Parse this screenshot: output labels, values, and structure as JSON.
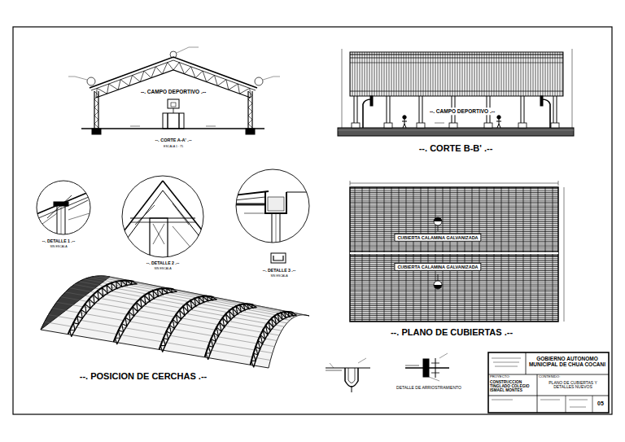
{
  "diagram": {
    "nodes": [
      {
        "text": [
          "GOBIERNO AUTONOMO MUNICIPAL DE CHUA COCANI"
        ]
      },
      {
        "text": [
          "PROYECTO:",
          "CONSTRUCCION TINGLADO COLEGIO ISMAEL MONTES"
        ]
      },
      {
        "text": [
          "CONTENIDO:",
          "PLANO DE CUBIERTAS Y DETALLES NUEVOS"
        ]
      },
      {
        "text": [
          "05"
        ]
      }
    ],
    "labels": [
      "--. CAMPO DEPORTIVO .--",
      "--. CORTE A-A' .--",
      "ESCALA 1 : 75",
      "--. CAMPO DEPORTIVO .--",
      "--. CORTE B-B' .--",
      "--. DETALLE 1 .--",
      "SIN ESCALA",
      "--. DETALLE 2 .--",
      "SIN ESCALA",
      "--. DETALLE 3 .--",
      "SIN ESCALA",
      "CUBIERTA CALAMINA GALVANIZADA",
      "CUBIERTA CALAMINA GALVANIZADA",
      "--. PLANO DE CUBIERTAS .--",
      "--. POSICION DE CERCHAS .--",
      "DETALLE DE ARRIOSTRAMIENTO"
    ]
  }
}
